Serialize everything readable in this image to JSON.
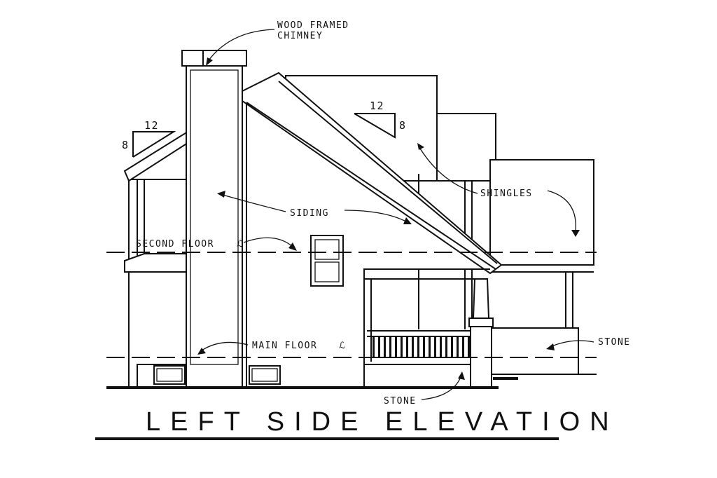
{
  "drawing": {
    "title": "LEFT SIDE ELEVATION",
    "labels": {
      "chimney_line1": "WOOD FRAMED",
      "chimney_line2": "CHIMNEY",
      "siding": "SIDING",
      "shingles": "SHINGLES",
      "second_floor": "SECOND FLOOR",
      "main_floor": "MAIN FLOOR",
      "stone_right": "STONE",
      "stone_bottom": "STONE"
    },
    "roof_pitch_left": {
      "run": "12",
      "rise": "8"
    },
    "roof_pitch_right": {
      "run": "12",
      "rise": "8"
    }
  }
}
